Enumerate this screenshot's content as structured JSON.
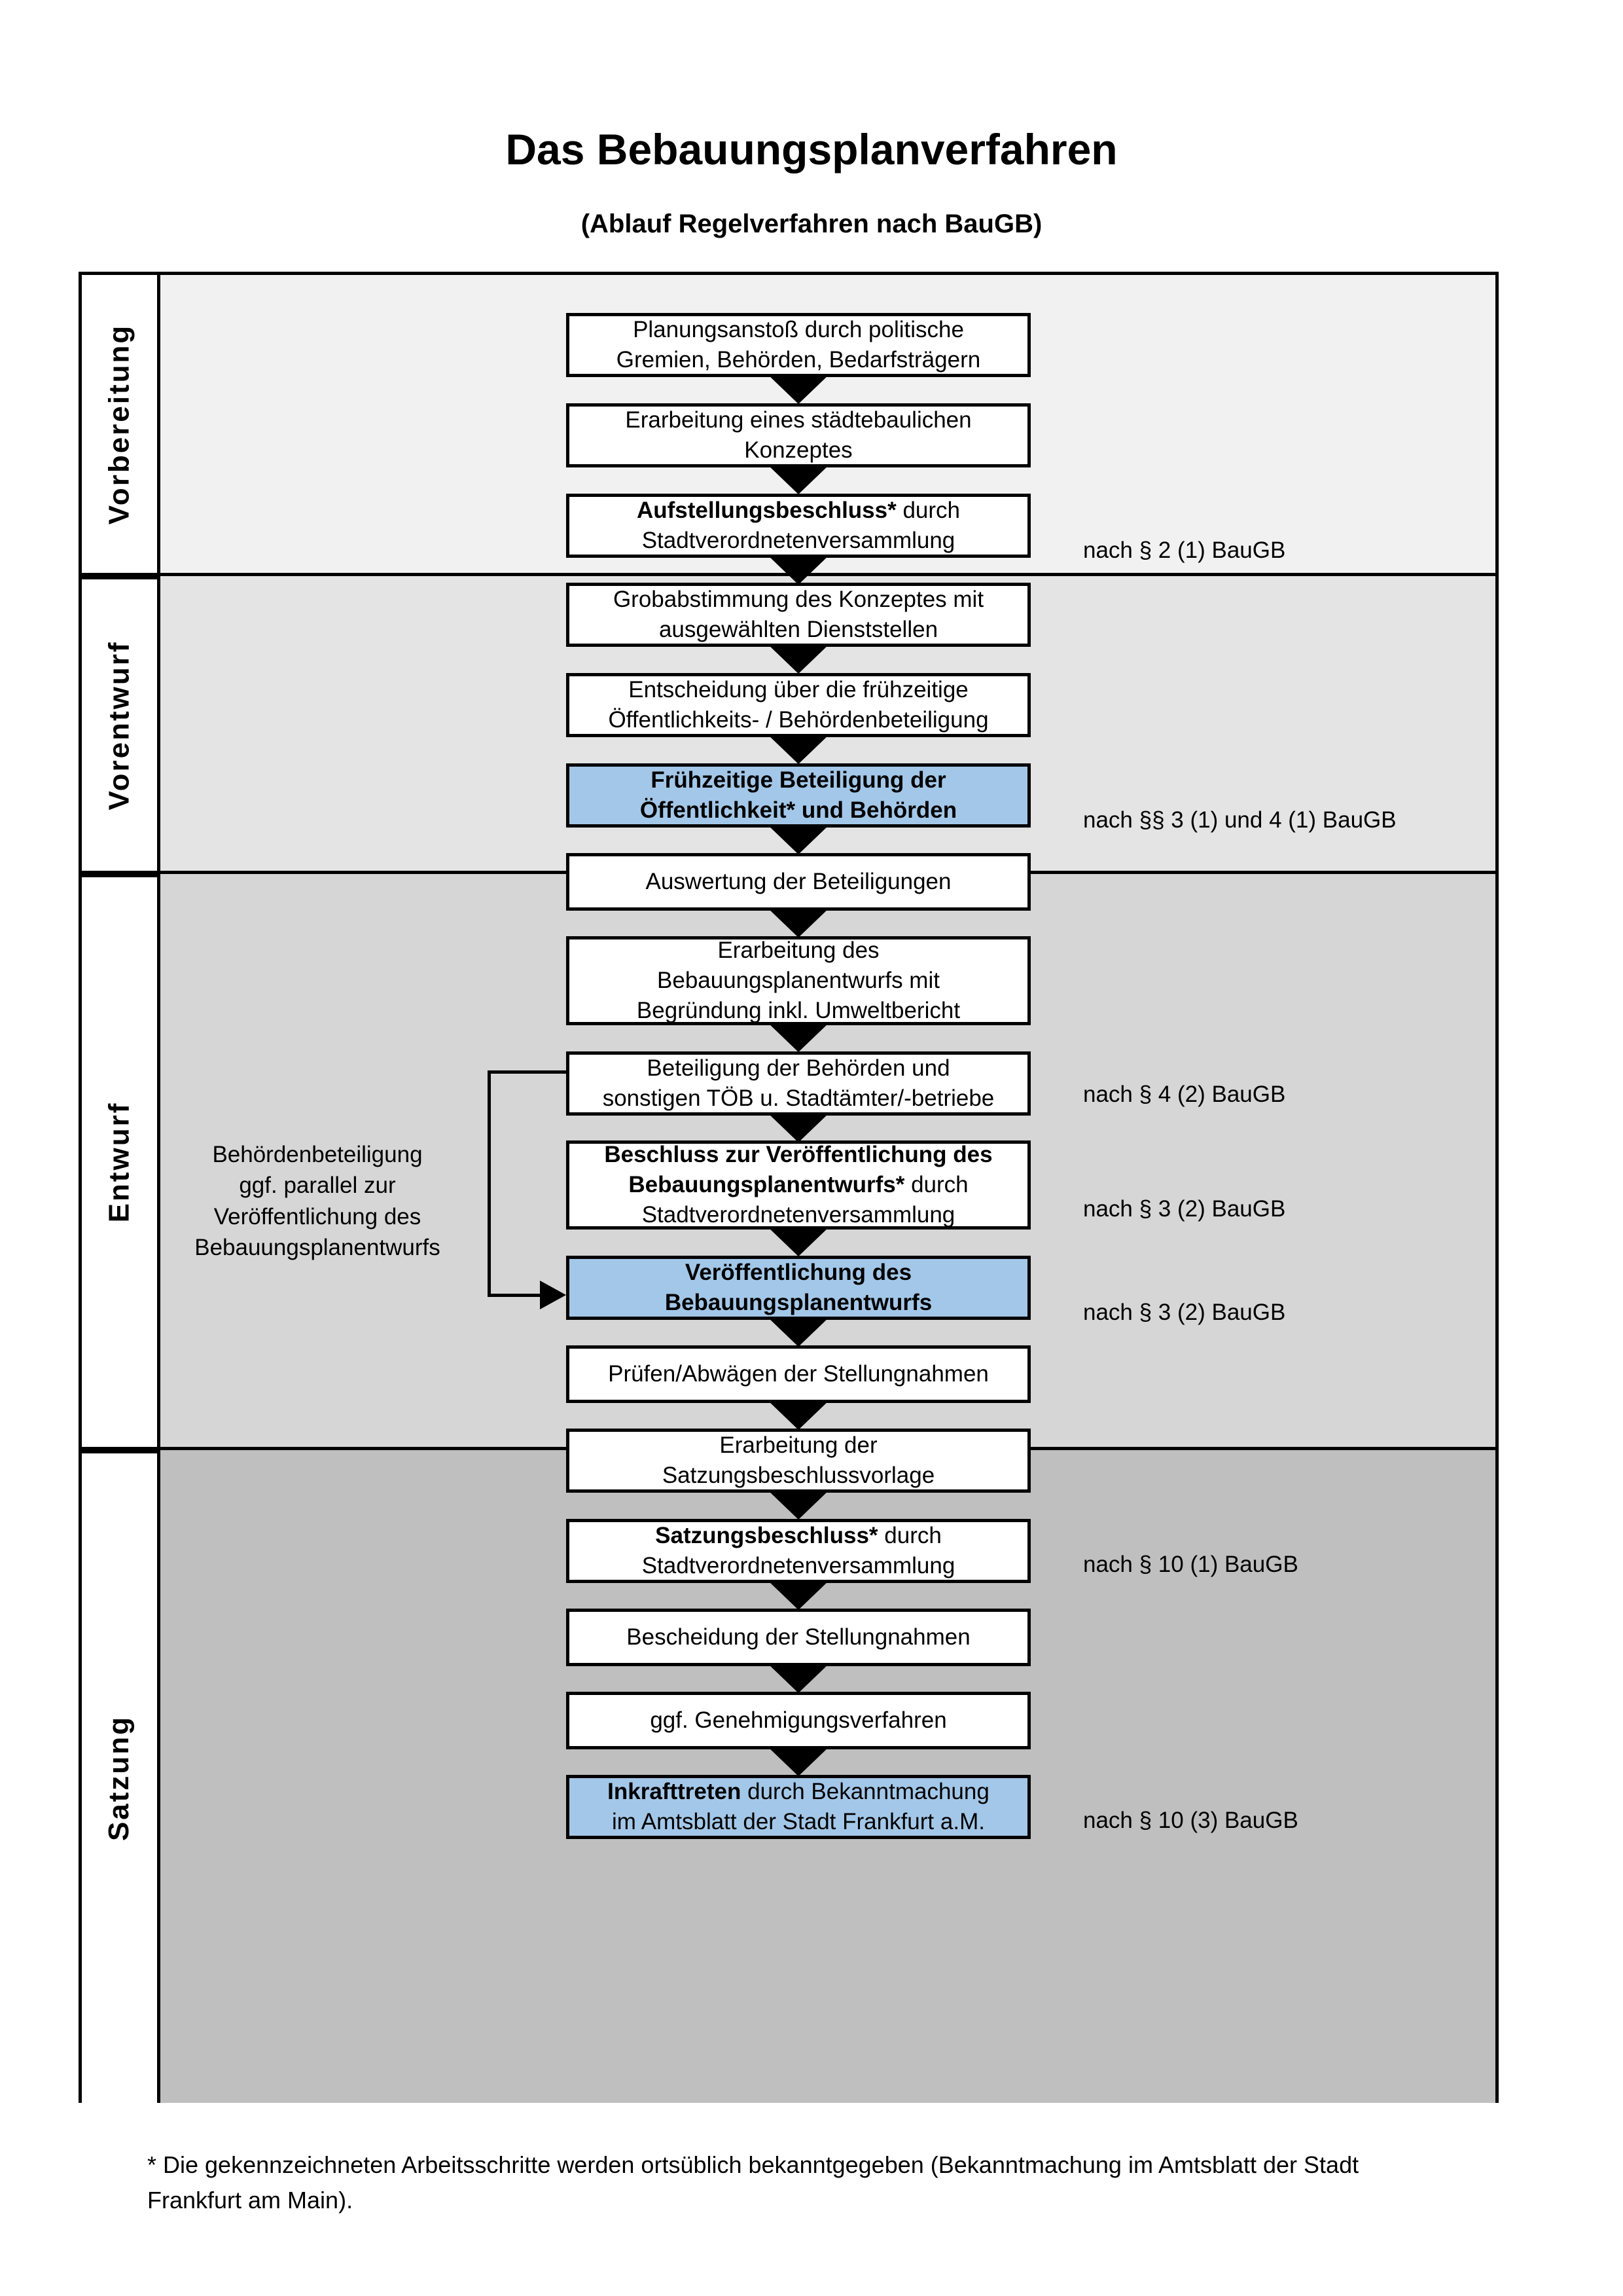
{
  "header": {
    "title": "Das Bebauungsplanverfahren",
    "subtitle": "(Ablauf Regelverfahren nach BauGB)"
  },
  "colors": {
    "highlight_box": "#a3c7e8",
    "band_vorbereitung": "#f1f1f1",
    "band_vorentwurf": "#e4e4e4",
    "band_entwurf": "#d6d6d6",
    "band_satzung": "#bfbfbf",
    "line": "#000000"
  },
  "bands": [
    {
      "id": "vorbereitung",
      "label": "Vorbereitung"
    },
    {
      "id": "vorentwurf",
      "label": "Vorentwurf"
    },
    {
      "id": "entwurf",
      "label": "Entwurf"
    },
    {
      "id": "satzung",
      "label": "Satzung"
    }
  ],
  "sidenote": {
    "text": "Behördenbeteiligung ggf. parallel zur Veröffentlichung des Bebauungsplanentwurfs",
    "line1": "Behördenbeteiligung",
    "line2": "ggf. parallel zur",
    "line3": "Veröffentlichung des",
    "line4": "Bebauungsplanentwurfs"
  },
  "nodes": [
    {
      "id": "n1",
      "band": "vorbereitung",
      "highlight": false,
      "line1": "Planungsanstoß durch politische",
      "line2": "Gremien, Behörden, Bedarfsträgern"
    },
    {
      "id": "n2",
      "band": "vorbereitung",
      "highlight": false,
      "line1": "Erarbeitung eines städtebaulichen",
      "line2": "Konzeptes"
    },
    {
      "id": "n3",
      "band": "vorbereitung",
      "highlight": false,
      "bold1": "Aufstellungsbeschluss*",
      "rest1": " durch",
      "line2": "Stadtverordnetenversammlung"
    },
    {
      "id": "n4",
      "band": "vorentwurf",
      "highlight": false,
      "line1": "Grobabstimmung des Konzeptes mit",
      "line2": "ausgewählten Dienststellen"
    },
    {
      "id": "n5",
      "band": "vorentwurf",
      "highlight": false,
      "line1": "Entscheidung über die frühzeitige",
      "line2": "Öffentlichkeits- / Behördenbeteiligung"
    },
    {
      "id": "n6",
      "band": "vorentwurf",
      "highlight": true,
      "bold1": "Frühzeitige Beteiligung der",
      "bold2": "Öffentlichkeit* und Behörden"
    },
    {
      "id": "n7",
      "band": "entwurf",
      "highlight": false,
      "line1": "Auswertung der Beteiligungen"
    },
    {
      "id": "n8",
      "band": "entwurf",
      "highlight": false,
      "line1": "Erarbeitung des",
      "line2": "Bebauungsplanentwurfs mit",
      "line3": "Begründung inkl. Umweltbericht"
    },
    {
      "id": "n9",
      "band": "entwurf",
      "highlight": false,
      "line1": "Beteiligung der Behörden und",
      "line2": "sonstigen TÖB u. Stadtämter/-betriebe"
    },
    {
      "id": "n10",
      "band": "entwurf",
      "highlight": false,
      "bold1": "Beschluss zur Veröffentlichung des",
      "bold2": "Bebauungsplanentwurfs*",
      "rest2": " durch",
      "line3": "Stadtverordnetenversammlung"
    },
    {
      "id": "n11",
      "band": "entwurf",
      "highlight": true,
      "bold1": "Veröffentlichung des",
      "bold2": "Bebauungsplanentwurfs"
    },
    {
      "id": "n12",
      "band": "satzung",
      "highlight": false,
      "line1": "Prüfen/Abwägen der Stellungnahmen"
    },
    {
      "id": "n13",
      "band": "satzung",
      "highlight": false,
      "line1": "Erarbeitung der",
      "line2": "Satzungsbeschlussvorlage"
    },
    {
      "id": "n14",
      "band": "satzung",
      "highlight": false,
      "bold1": "Satzungsbeschluss*",
      "rest1": " durch",
      "line2": "Stadtverordnetenversammlung"
    },
    {
      "id": "n15",
      "band": "satzung",
      "highlight": false,
      "line1": "Bescheidung der Stellungnahmen"
    },
    {
      "id": "n16",
      "band": "satzung",
      "highlight": false,
      "line1": "ggf. Genehmigungsverfahren"
    },
    {
      "id": "n17",
      "band": "satzung",
      "highlight": true,
      "bold1": "Inkrafttreten",
      "rest1": " durch Bekanntmachung",
      "line2": "im Amtsblatt der Stadt Frankfurt a.M."
    }
  ],
  "legal_refs": [
    {
      "id": "l1",
      "text": "nach § 2 (1) BauGB",
      "for": "n3"
    },
    {
      "id": "l2",
      "text": "nach §§ 3 (1) und 4 (1) BauGB",
      "for": "n6"
    },
    {
      "id": "l3",
      "text": "nach § 4 (2) BauGB",
      "for": "n9"
    },
    {
      "id": "l4",
      "text": "nach § 3 (2) BauGB",
      "for": "n10"
    },
    {
      "id": "l5",
      "text": "nach § 3 (2) BauGB",
      "for": "n11"
    },
    {
      "id": "l6",
      "text": "nach § 10 (1) BauGB",
      "for": "n14"
    },
    {
      "id": "l7",
      "text": "nach § 10 (3) BauGB",
      "for": "n17"
    }
  ],
  "footnote": {
    "line1": "* Die gekennzeichneten Arbeitsschritte werden ortsüblich bekanntgegeben (Bekanntmachung im Amtsblatt  der Stadt",
    "line2": "Frankfurt am Main)."
  }
}
